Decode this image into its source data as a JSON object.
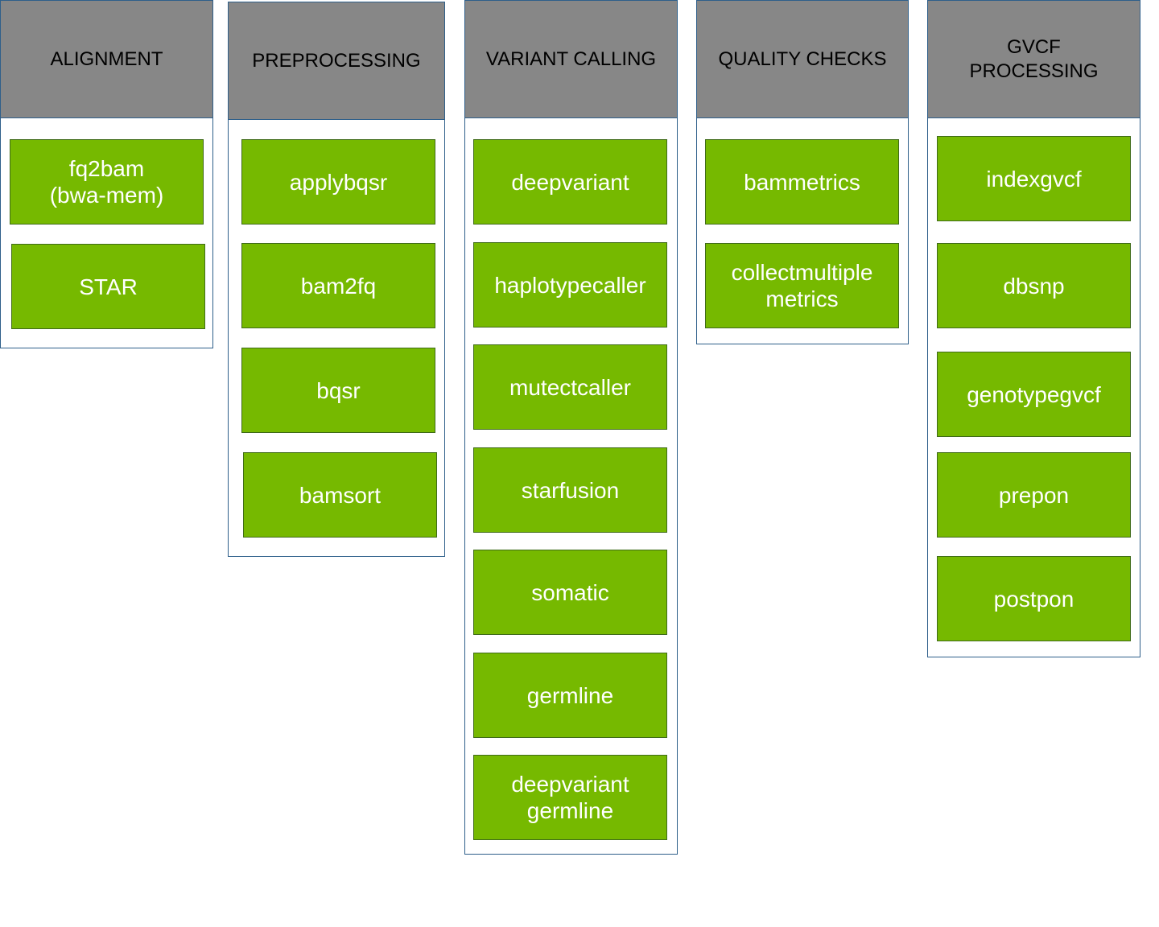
{
  "colors": {
    "header_bg": "#878787",
    "header_text": "#000000",
    "border": "#2e5f8a",
    "tool_bg": "#76b900",
    "tool_text": "#ffffff"
  },
  "columns": [
    {
      "id": "alignment",
      "title": "ALIGNMENT",
      "tools": [
        {
          "id": "fq2bam",
          "label": "fq2bam\n(bwa-mem)"
        },
        {
          "id": "star",
          "label": "STAR"
        }
      ]
    },
    {
      "id": "preprocessing",
      "title": "PREPROCESSING",
      "tools": [
        {
          "id": "applybqsr",
          "label": "applybqsr"
        },
        {
          "id": "bam2fq",
          "label": "bam2fq"
        },
        {
          "id": "bqsr",
          "label": "bqsr"
        },
        {
          "id": "bamsort",
          "label": "bamsort"
        }
      ]
    },
    {
      "id": "variant-calling",
      "title": "VARIANT CALLING",
      "tools": [
        {
          "id": "deepvariant",
          "label": "deepvariant"
        },
        {
          "id": "haplotypecaller",
          "label": "haplotypecaller"
        },
        {
          "id": "mutectcaller",
          "label": "mutectcaller"
        },
        {
          "id": "starfusion",
          "label": "starfusion"
        },
        {
          "id": "somatic",
          "label": "somatic"
        },
        {
          "id": "germline",
          "label": "germline"
        },
        {
          "id": "deepvariant-germline",
          "label": "deepvariant\ngermline"
        }
      ]
    },
    {
      "id": "quality-checks",
      "title": "QUALITY CHECKS",
      "tools": [
        {
          "id": "bammetrics",
          "label": "bammetrics"
        },
        {
          "id": "collectmultiplemetrics",
          "label": "collectmultiple\nmetrics"
        }
      ]
    },
    {
      "id": "gvcf-processing",
      "title": "GVCF\nPROCESSING",
      "tools": [
        {
          "id": "indexgvcf",
          "label": "indexgvcf"
        },
        {
          "id": "dbsnp",
          "label": "dbsnp"
        },
        {
          "id": "genotypegvcf",
          "label": "genotypegvcf"
        },
        {
          "id": "prepon",
          "label": "prepon"
        },
        {
          "id": "postpon",
          "label": "postpon"
        }
      ]
    }
  ]
}
